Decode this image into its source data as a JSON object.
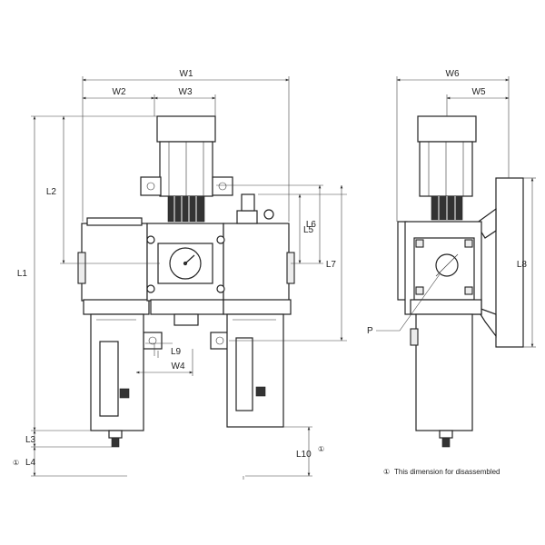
{
  "labels": {
    "w1": "W1",
    "w2": "W2",
    "w3": "W3",
    "w4": "W4",
    "w5": "W5",
    "w6": "W6",
    "l1": "L1",
    "l2": "L2",
    "l3": "L3",
    "l4": "L4",
    "l5": "L5",
    "l6": "L6",
    "l7": "L7",
    "l8": "L8",
    "l9": "L9",
    "l10": "L10",
    "p": "P"
  },
  "note_marker": "①",
  "footnote": "This dimension for disassembled"
}
